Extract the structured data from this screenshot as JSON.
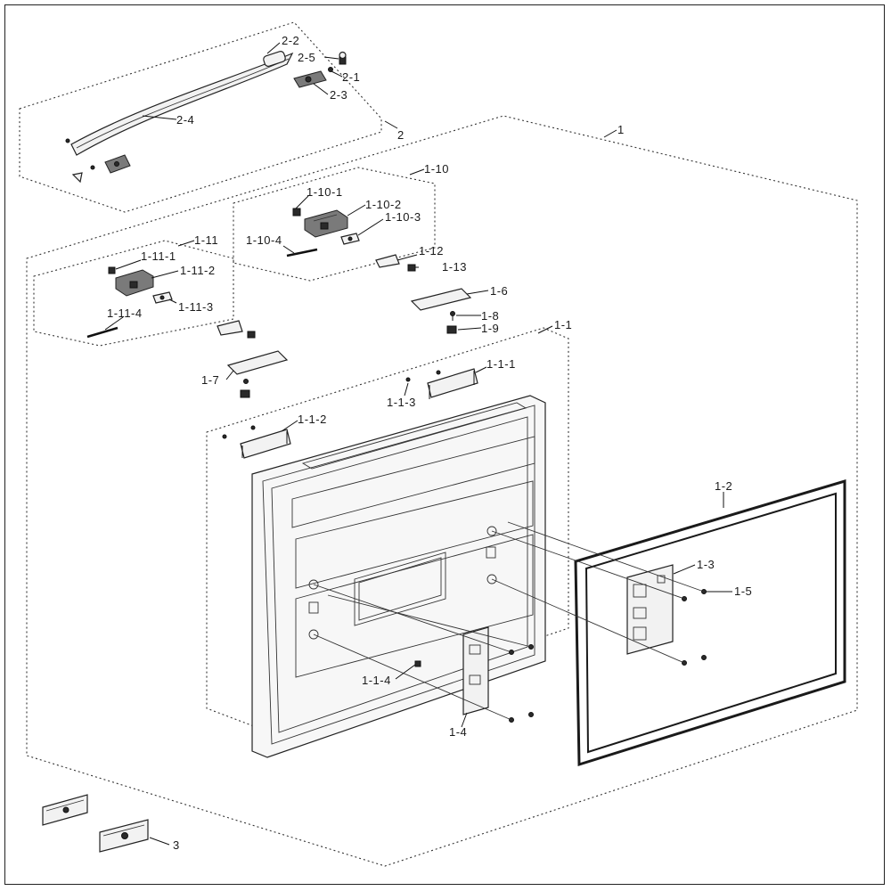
{
  "labels": {
    "l_2_2": "2-2",
    "l_2_5": "2-5",
    "l_2_1": "2-1",
    "l_2_3": "2-3",
    "l_2_4": "2-4",
    "l_2": "2",
    "l_1": "1",
    "l_1_10": "1-10",
    "l_1_10_1": "1-10-1",
    "l_1_10_2": "1-10-2",
    "l_1_10_3": "1-10-3",
    "l_1_10_4": "1-10-4",
    "l_1_11": "1-11",
    "l_1_11_1": "1-11-1",
    "l_1_11_2": "1-11-2",
    "l_1_11_3": "1-11-3",
    "l_1_11_4": "1-11-4",
    "l_1_12": "1-12",
    "l_1_13": "1-13",
    "l_1_6": "1-6",
    "l_1_8": "1-8",
    "l_1_9": "1-9",
    "l_1_1": "1-1",
    "l_1_7": "1-7",
    "l_1_1_1": "1-1-1",
    "l_1_1_3": "1-1-3",
    "l_1_1_2": "1-1-2",
    "l_1_2": "1-2",
    "l_1_3": "1-3",
    "l_1_5": "1-5",
    "l_1_1_4": "1-1-4",
    "l_1_4": "1-4",
    "l_3": "3"
  }
}
